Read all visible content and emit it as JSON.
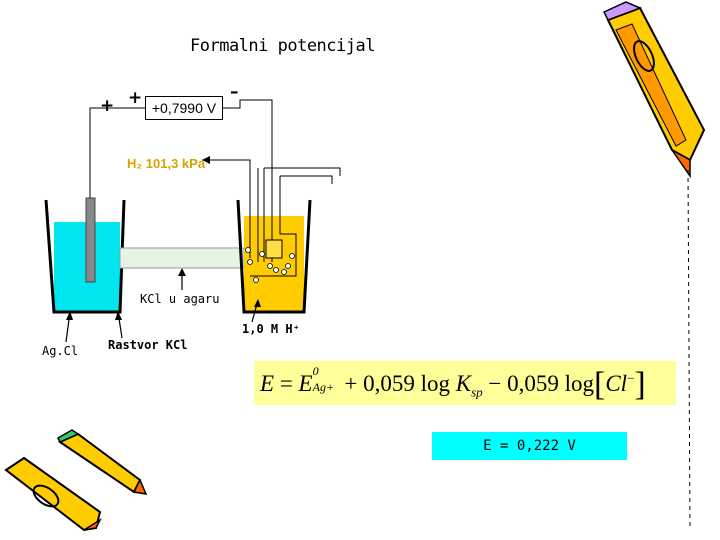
{
  "title": "Formalni potencijal",
  "left_plus_outer": "+",
  "left_plus_inner": "+",
  "minus_sign": "–",
  "voltmeter_reading": "+0,7990 V",
  "h2_label": "H₂ 101,3 kPa",
  "salt_bridge_label": "KCl u agaru",
  "agcl_label": "Ag.Cl",
  "solution_label": "Rastvor KCl",
  "acid_label": "1,0 M H⁺",
  "formula": {
    "e": "E",
    "eq": " = ",
    "e0": "E",
    "e0_sup": "0",
    "e0_sub": "Ag+",
    "term1": " + 0,059 log ",
    "ksp": "K",
    "ksp_sub": "sp",
    "term2": " − 0,059 log",
    "cl": "Cl",
    "cl_sup": "−"
  },
  "result": "E = 0,222 V",
  "colors": {
    "left_solution": "#00e5ee",
    "right_solution": "#ffcc00",
    "salt_bridge": "#e6f4e6",
    "formula_bg": "#ffff99",
    "result_bg": "#00ffff",
    "h2_text": "#d9a300"
  }
}
